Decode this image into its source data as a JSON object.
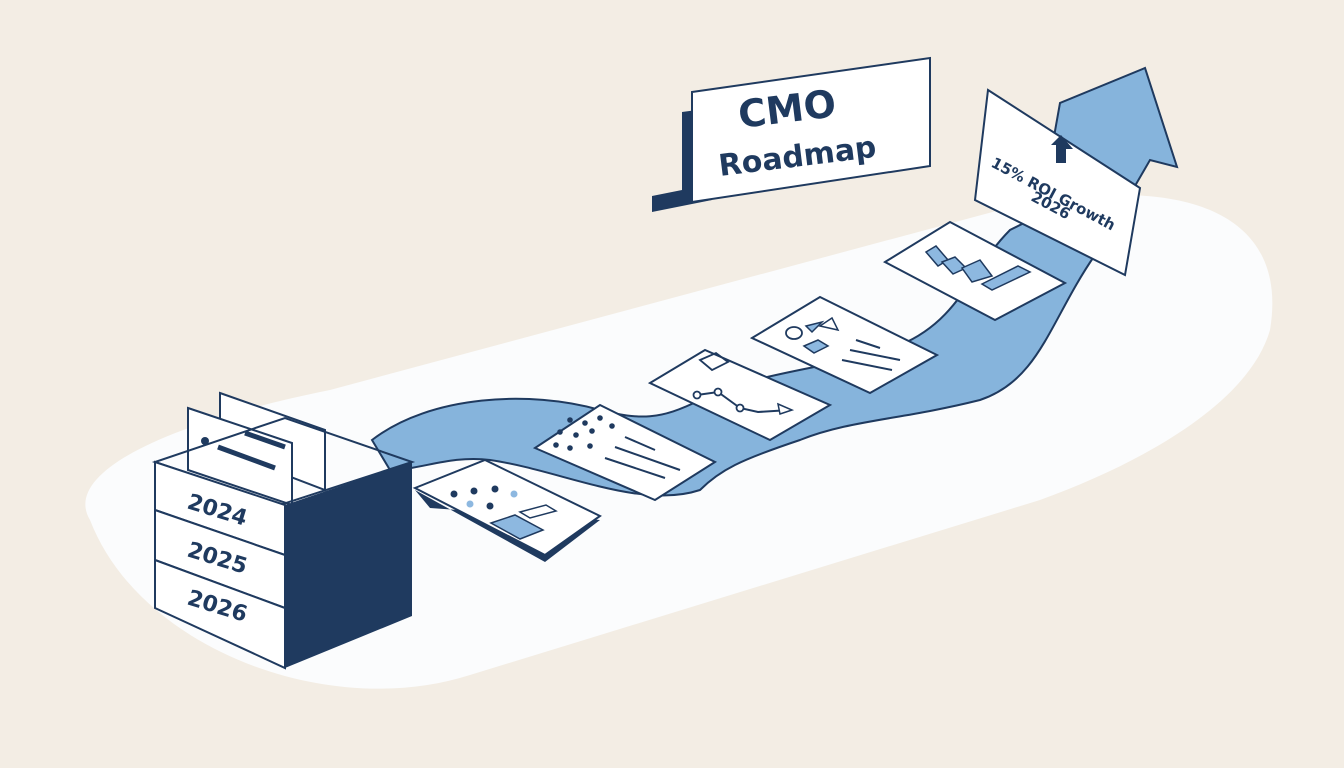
{
  "title": {
    "line1": "CMO",
    "line2": "Roadmap"
  },
  "archive": {
    "years": [
      "2024",
      "2025",
      "2026"
    ]
  },
  "goal": {
    "line1": "15% ROI Growth",
    "line2": "2026"
  },
  "cards": [
    {
      "name": "dots-card",
      "icon": "dot-grid-icon"
    },
    {
      "name": "dot-matrix-card",
      "icon": "dot-matrix-icon"
    },
    {
      "name": "trend-line-card",
      "icon": "line-chart-icon"
    },
    {
      "name": "shapes-card",
      "icon": "shapes-icon"
    },
    {
      "name": "bar-chart-card",
      "icon": "bar-chart-icon"
    }
  ],
  "colors": {
    "navy": "#1f3a5f",
    "path_blue": "#86b4dc",
    "accent_blue": "#8db8e0",
    "background": "#f3ede4",
    "platform": "#fbfcfd"
  }
}
